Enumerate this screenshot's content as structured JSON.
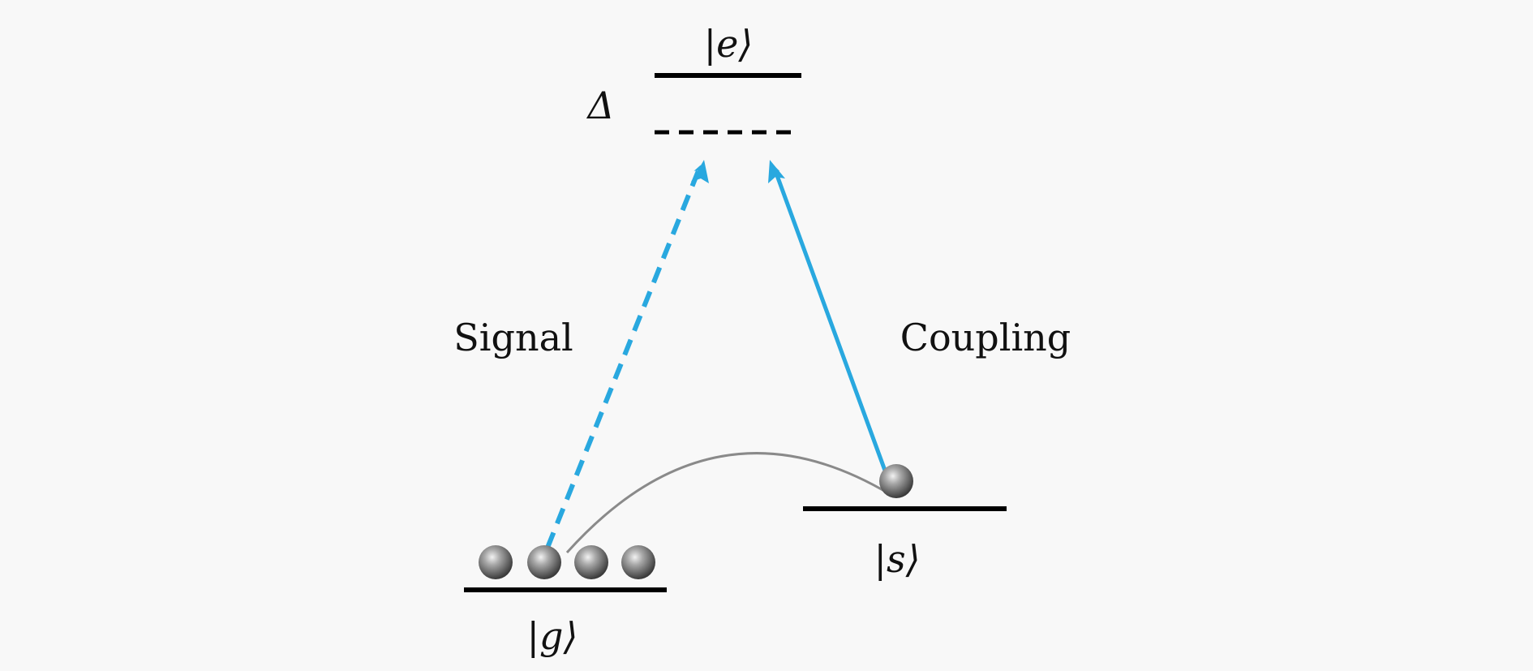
{
  "labels": {
    "excited": "|e⟩",
    "ground": "|g⟩",
    "storage": "|s⟩",
    "detuning": "Δ",
    "signal": "Signal",
    "coupling": "Coupling"
  },
  "colors": {
    "arrow": "#29a8df",
    "level": "#000000",
    "transfer_arc": "#8a8a8a",
    "atom": "#7a7a7a"
  },
  "atoms": {
    "ground_count": 4,
    "storage_count": 1
  }
}
